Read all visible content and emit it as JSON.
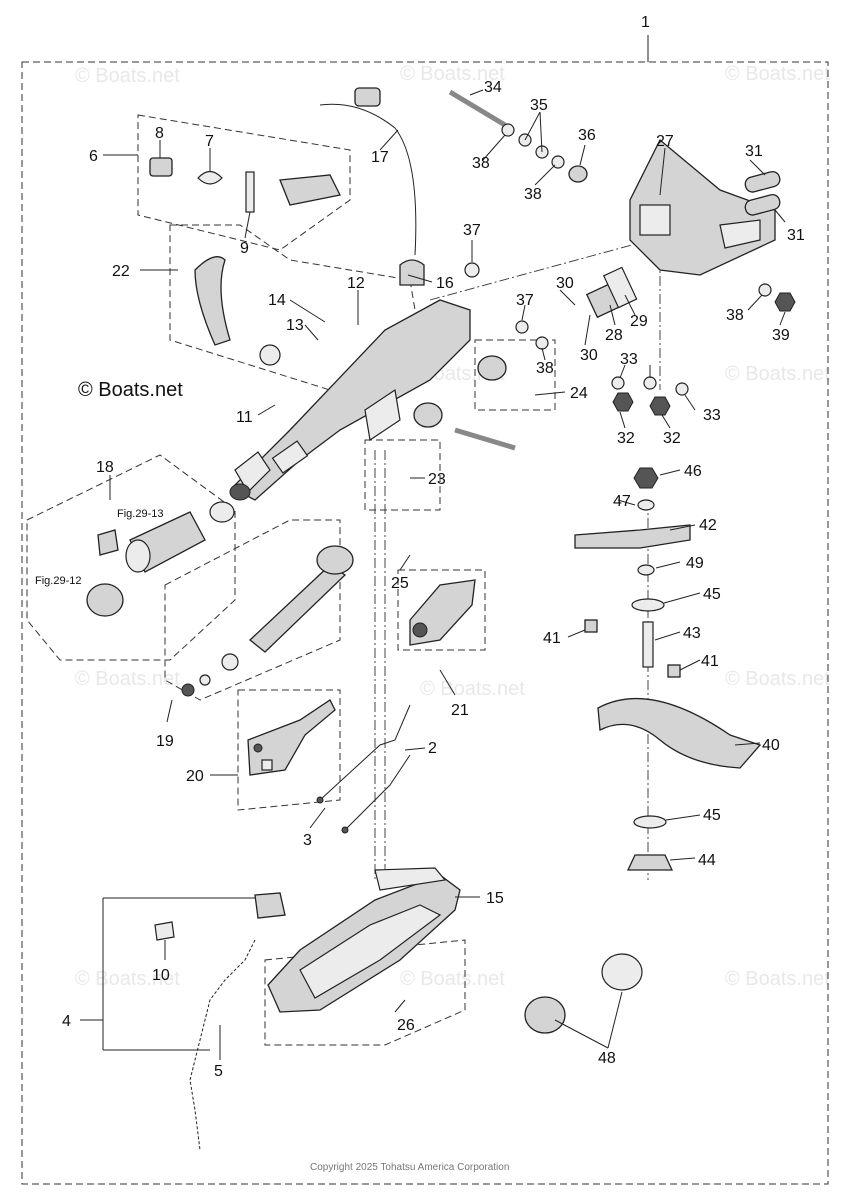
{
  "diagram": {
    "credit": "© Boats.net",
    "copyright": "Copyright 2025 Tohatsu America Corporation",
    "watermark": "© Boats.net",
    "figure_refs": [
      "Fig.29-13",
      "Fig.29-12"
    ],
    "callouts": {
      "c1": "1",
      "c2": "2",
      "c3": "3",
      "c4": "4",
      "c5": "5",
      "c6": "6",
      "c7": "7",
      "c8": "8",
      "c9": "9",
      "c10": "10",
      "c11": "11",
      "c12": "12",
      "c13": "13",
      "c14": "14",
      "c15": "15",
      "c16": "16",
      "c17": "17",
      "c18": "18",
      "c19": "19",
      "c20": "20",
      "c21": "21",
      "c22": "22",
      "c23": "23",
      "c24": "24",
      "c25": "25",
      "c26": "26",
      "c27": "27",
      "c28": "28",
      "c29": "29",
      "c30": "30",
      "c31": "31",
      "c32": "32",
      "c33": "33",
      "c34": "34",
      "c35": "35",
      "c36": "36",
      "c37": "37",
      "c38": "38",
      "c39": "39",
      "c40": "40",
      "c41": "41",
      "c42": "42",
      "c43": "43",
      "c44": "44",
      "c45": "45",
      "c46": "46",
      "c47": "47",
      "c48": "48",
      "c49": "49"
    }
  }
}
